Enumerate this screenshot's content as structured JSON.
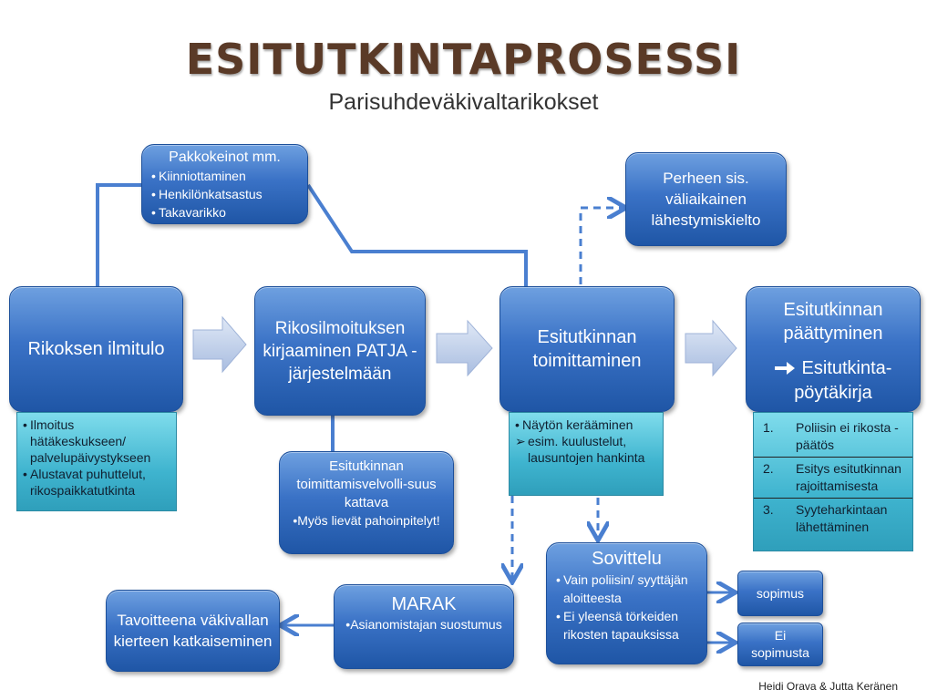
{
  "title": "ESITUTKINTAPROSESSI",
  "subtitle": "Parisuhdeväkivaltarikokset",
  "author": "Heidi Orava & Jutta Keränen",
  "colors": {
    "box_blue": "#3a72c6",
    "detail_cyan": "#3fb4cf",
    "arrow_grey": "#b4c6e7",
    "connector": "#4a7fd0",
    "title_brown": "#5a3a27"
  },
  "boxes": {
    "ilmitulo": "Rikoksen ilmitulo",
    "kirjaaminen": "Rikosilmoituksen kirjaaminen PATJA - järjestelmään",
    "toimittaminen": "Esitutkinnan toimittaminen",
    "paattyminen": {
      "line1": "Esitutkinnan päättyminen",
      "arrow_icon": "right-arrow-icon",
      "line2": "Esitutkinta-pöytäkirja"
    }
  },
  "pakkokeinot": {
    "heading": "Pakkokeinot mm.",
    "items": [
      "Kiinniottaminen",
      "Henkilönkatsastus",
      "Takavarikko"
    ]
  },
  "perheen": "Perheen sis. väliaikainen lähestymiskielto",
  "ilmitulo_details": {
    "items": [
      "Ilmoitus hätäkeskukseen/ palvelupäivystykseen",
      "Alustavat puhuttelut, rikospaikkatutkinta"
    ]
  },
  "toimittaminen_details": {
    "item1": "Näytön kerääminen",
    "item2": "esim. kuulustelut, lausuntojen hankinta"
  },
  "paattyminen_list": [
    {
      "n": "1.",
      "text": "Poliisin ei rikosta -päätös"
    },
    {
      "n": "2.",
      "text": "Esitys esitutkinnan rajoittamisesta"
    },
    {
      "n": "3.",
      "text": "Syyteharkintaan lähettäminen"
    }
  ],
  "velvollisuus": {
    "text": "Esitutkinnan toimittamisvelvolli-suus kattava",
    "bullet": "Myös lievät pahoinpitelyt!"
  },
  "sovittelu": {
    "heading": "Sovittelu",
    "items": [
      "Vain poliisin/ syyttäjän aloitteesta",
      "Ei yleensä törkeiden rikosten tapauksissa"
    ]
  },
  "sopimus": "sopimus",
  "ei_sopimusta": "Ei sopimusta",
  "marak": {
    "heading": "MARAK",
    "bullet": "Asianomistajan suostumus"
  },
  "tavoitteena": "Tavoitteena väkivallan kierteen katkaiseminen"
}
